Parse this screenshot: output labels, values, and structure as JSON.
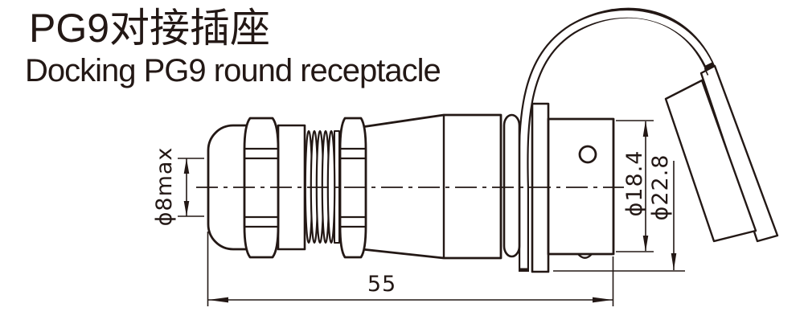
{
  "page": {
    "background": "#ffffff",
    "line_color": "#231815"
  },
  "header": {
    "title": "PG9对接插座",
    "subtitle": "Docking PG9 round receptacle"
  },
  "drawing": {
    "view": "side elevation outline drawing of a docking PG9 round receptacle with cable gland, hex nuts, thread, flange, receptacle barrel and a tilted dust cap on a wire lanyard loop",
    "dimensions": {
      "cable_max": "ϕ8max",
      "barrel_diameter": "ϕ18.4",
      "flange_diameter": "ϕ22.8",
      "overall_length": "55"
    }
  }
}
